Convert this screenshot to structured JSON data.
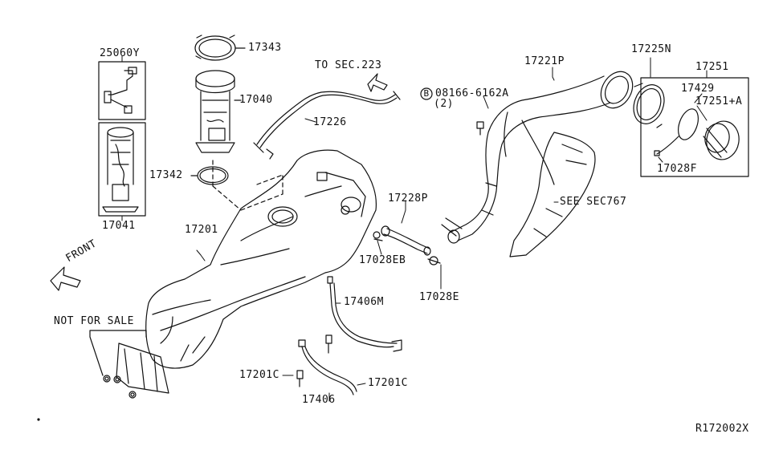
{
  "diagram": {
    "reference_code": "R172002X",
    "front_label": "FRONT",
    "not_for_sale": "NOT FOR SALE",
    "to_sec": "TO SEC.223",
    "see_sec": "SEE SEC767",
    "bolt_ref": {
      "marker": "B",
      "part": "08166-6162A",
      "qty": "(2)"
    },
    "parts": {
      "p25060y": "25060Y",
      "p17343": "17343",
      "p17040": "17040",
      "p17342": "17342",
      "p17041": "17041",
      "p17226": "17226",
      "p17201": "17201",
      "p17221p": "17221P",
      "p17225n": "17225N",
      "p17251": "17251",
      "p17429": "17429",
      "p17251a": "17251+A",
      "p17028f": "17028F",
      "p17228p": "17228P",
      "p17028eb": "17028EB",
      "p17028e": "17028E",
      "p17406m": "17406M",
      "p17201c_left": "17201C",
      "p17201c_right": "17201C",
      "p17406": "17406"
    }
  }
}
